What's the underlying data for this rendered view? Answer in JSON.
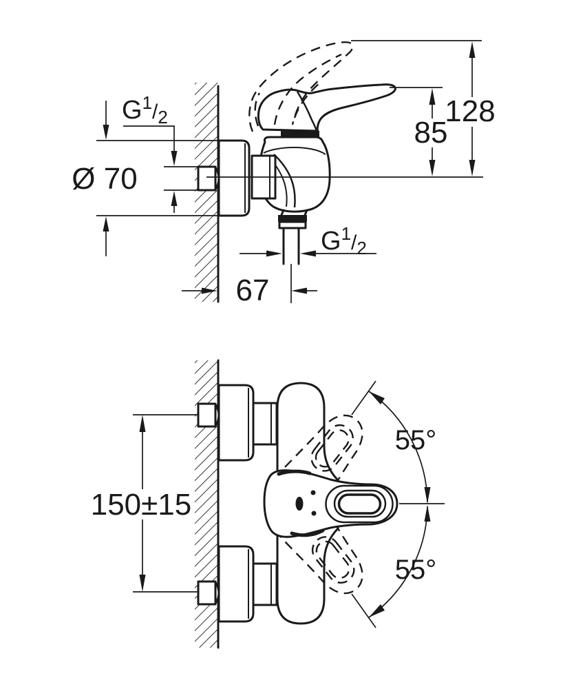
{
  "drawing": {
    "kind": "technical dimension drawing, wall-mounted single-lever shower mixer",
    "background_color": "#ffffff",
    "line_color": "#1a1a1a",
    "side_view": {
      "thread_wall": {
        "g": "G",
        "num": "1",
        "slash": "/",
        "den": "2"
      },
      "rosette_diameter": "Ø 70",
      "height_total": "128",
      "height_lever": "85",
      "thread_outlet": {
        "g": "G",
        "num": "1",
        "slash": "/",
        "den": "2"
      },
      "wall_to_outlet": "67"
    },
    "plan_view": {
      "connection_spacing": "150±15",
      "swivel_angle_up": "55°",
      "swivel_angle_down": "55°"
    }
  }
}
